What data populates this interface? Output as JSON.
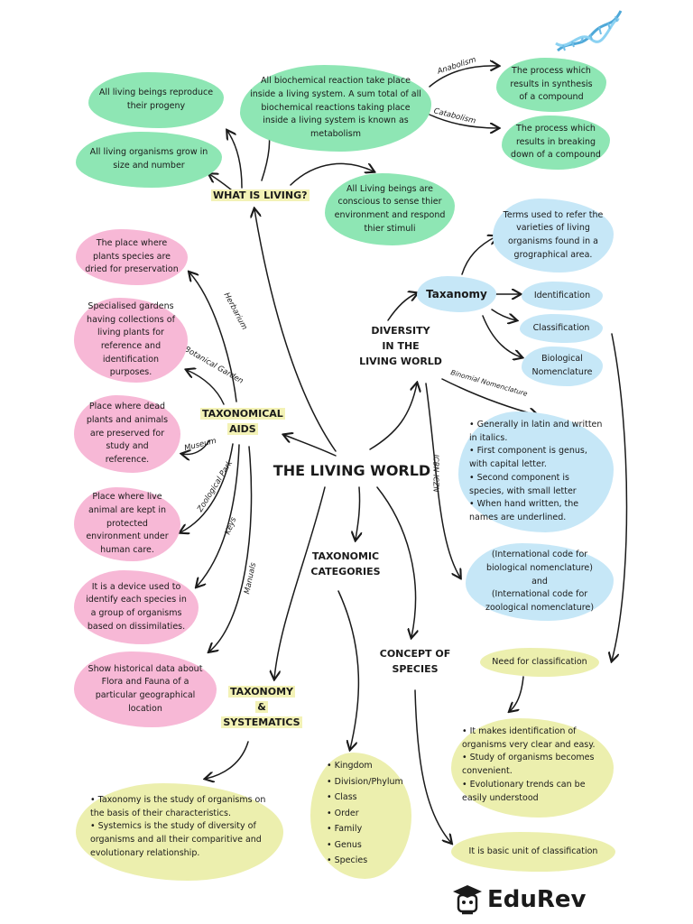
{
  "center": {
    "title": "THE LIVING WORLD"
  },
  "living": {
    "title": "WHAT IS LIVING?",
    "reproduce": "All living beings reproduce their progeny",
    "grow": "All living organisms grow in size and number",
    "metabolism": "All biochemical reaction take place inside a living system. A sum total of all biochemical reactions taking place inside a living system is known as metabolism",
    "conscious": "All Living beings are conscious to sense thier environment and respond thier stimuli",
    "anabolism_label": "Anabolism",
    "anabolism": "The process which results in synthesis of a compound",
    "catabolism_label": "Catabolism",
    "catabolism": "The process which results in breaking down of a compound"
  },
  "aids": {
    "title_line1": "TAXONOMICAL",
    "title_line2": "AIDS",
    "herbarium_label": "Herbarium",
    "herbarium": "The place where plants species are dried for preservation",
    "garden_label": "Botanical Garden",
    "garden": "Specialised gardens having collections of living plants for reference and identification purposes.",
    "museum_label": "Museum",
    "museum": "Place where dead plants and animals are preserved for study and reference.",
    "zoo_label": "Zoological Park",
    "zoo": "Place where live animal are kept in protected environment under human care.",
    "keys_label": "Keys",
    "keys": "It is a device used to identify each species in a group of organisms based on dissimilaties.",
    "manuals_label": "Manuals",
    "manuals": "Show historical data about Flora and Fauna of a particular geographical location"
  },
  "diversity": {
    "title_line1": "DIVERSITY",
    "title_line2": "IN THE",
    "title_line3": "LIVING WORLD",
    "taxanomy": "Taxanomy",
    "terms": "Terms used to refer the varieties of living organisms found in a grographical area.",
    "identification": "Identification",
    "classification": "Classification",
    "nomenclature": "Biological Nomenclature",
    "binomial_label": "Binomial Nomenclature",
    "binomial_points": [
      "• Generally in latin and written in italics.",
      "• First component is genus, with capital letter.",
      "• Second component is species, with small letter",
      "• When hand written, the names are underlined."
    ],
    "icbn_label": "ICBN-ICZN",
    "icbn_line1": "(International code for biological nomenclature)",
    "icbn_and": "and",
    "icbn_line2": "(International code for zoological nomenclature)",
    "need": "Need for classification",
    "need_points": [
      "• It makes identification of organisms very clear and easy.",
      "• Study of organisms becomes convenient.",
      "• Evolutionary trends can be easily understood"
    ]
  },
  "categories": {
    "title_line1": "TAXONOMIC",
    "title_line2": "CATEGORIES",
    "items": [
      "Kingdom",
      "Division/Phylum",
      "Class",
      "Order",
      "Family",
      "Genus",
      "Species"
    ]
  },
  "species": {
    "title_line1": "CONCEPT OF",
    "title_line2": "SPECIES",
    "basic": "It is basic unit of classification"
  },
  "systematics": {
    "title_line1": "TAXONOMY",
    "title_line2": "&",
    "title_line3": "SYSTEMATICS",
    "points": [
      "• Taxonomy is the study of organisms on the basis of their characteristics.",
      "• Systemics is the study of diversity of organisms and all their comparitive  and evolutionary relationship."
    ]
  },
  "brand": {
    "name": "EduRev"
  },
  "colors": {
    "green": "#8ee6b4",
    "pink": "#f7b8d6",
    "blue": "#c6e7f7",
    "yellow": "#ecefae"
  }
}
